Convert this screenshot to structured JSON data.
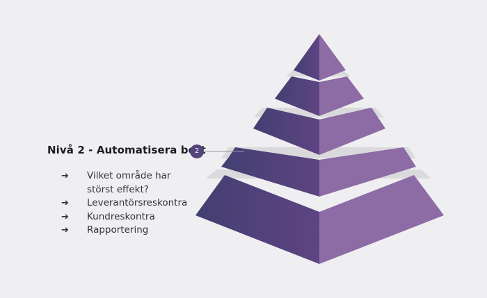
{
  "level": {
    "title": "Nivå 2 - Automatisera bort",
    "badge": "2"
  },
  "bullets": [
    {
      "arrow": "➔",
      "text": "Vilket område har störst effekt?"
    },
    {
      "arrow": "➔",
      "text": "Leverantörsreskontra"
    },
    {
      "arrow": "➔",
      "text": "Kundreskontra"
    },
    {
      "arrow": "➔",
      "text": "Rapportering"
    }
  ],
  "colors": {
    "background": "#efeff1",
    "pyramid_left": "#5a4580",
    "pyramid_right": "#8d6ba5",
    "pyramid_gap": "#d9d9dd",
    "badge": "#54447a",
    "connector": "#9a9aa0"
  }
}
